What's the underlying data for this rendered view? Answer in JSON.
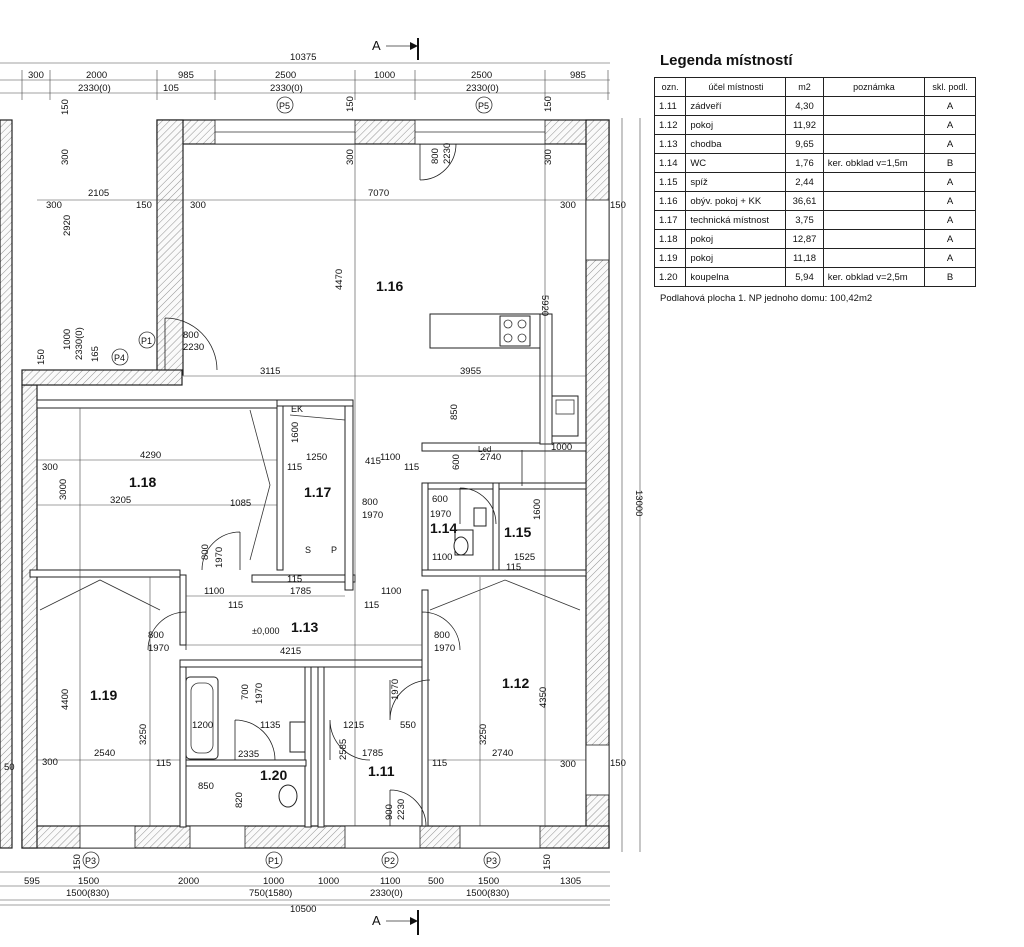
{
  "legend": {
    "title": "Legenda místností",
    "headers": [
      "ozn.",
      "účel místnosti",
      "m2",
      "poznámka",
      "skl. podl."
    ],
    "rows": [
      [
        "1.11",
        "zádveří",
        "4,30",
        "",
        "A"
      ],
      [
        "1.12",
        "pokoj",
        "11,92",
        "",
        "A"
      ],
      [
        "1.13",
        "chodba",
        "9,65",
        "",
        "A"
      ],
      [
        "1.14",
        "WC",
        "1,76",
        "ker. obklad v=1,5m",
        "B"
      ],
      [
        "1.15",
        "spíž",
        "2,44",
        "",
        "A"
      ],
      [
        "1.16",
        "obýv. pokoj + KK",
        "36,61",
        "",
        "A"
      ],
      [
        "1.17",
        "technická místnost",
        "3,75",
        "",
        "A"
      ],
      [
        "1.18",
        "pokoj",
        "12,87",
        "",
        "A"
      ],
      [
        "1.19",
        "pokoj",
        "11,18",
        "",
        "A"
      ],
      [
        "1.20",
        "koupelna",
        "5,94",
        "ker. obklad v=2,5m",
        "B"
      ]
    ],
    "note": "Podlahová plocha 1. NP jednoho domu: 100,42m2"
  },
  "plan": {
    "section_top": "A",
    "section_bottom": "A",
    "rooms": {
      "r111": "1.11",
      "r112": "1.12",
      "r113": "1.13",
      "r114": "1.14",
      "r115": "1.15",
      "r116": "1.16",
      "r117": "1.17",
      "r118": "1.18",
      "r119": "1.19",
      "r120": "1.20"
    },
    "top_dims": {
      "total": "10375",
      "d1": "300",
      "d2": "2000",
      "d3": "985",
      "d4": "2500",
      "d5": "1000",
      "d6": "2500",
      "d7": "985",
      "w1": "2330(0)",
      "w2": "2330(0)",
      "w3": "2330(0)",
      "d105": "105"
    },
    "bottom_dims": {
      "total": "10500",
      "b1": "595",
      "b2": "1500",
      "b3": "2000",
      "b4": "1000",
      "b5": "1000",
      "b6": "1100",
      "b7": "500",
      "b8": "1500",
      "b9": "1305",
      "w1": "1500(830)",
      "w2": "750(1580)",
      "w3": "2330(0)",
      "w4": "1500(830)"
    },
    "side_dims": {
      "right_total": "13000"
    },
    "window_tags": {
      "p5a": "P5",
      "p5b": "P5",
      "p1top": "P1",
      "p4": "P4",
      "p3a": "P3",
      "p1b": "P1",
      "p2": "P2",
      "p3b": "P3"
    },
    "labels": {
      "ek": "EK",
      "led": "Led",
      "level": "±0,000",
      "s": "S",
      "p": "P",
      "d7070": "7070",
      "d2105": "2105",
      "d2920": "2920",
      "d4470": "4470",
      "d5920": "5920",
      "d3115": "3115",
      "d3955": "3955",
      "d4290": "4290",
      "d3205": "3205",
      "d3000": "3000",
      "d1085": "1085",
      "d1250": "1250",
      "d1600": "1600",
      "d1100a": "1100",
      "d2740a": "2740",
      "d850": "850",
      "d600": "600",
      "d1970a": "1970",
      "d4215": "4215",
      "d1785a": "1785",
      "d1100b": "1100",
      "d1100c": "1100",
      "d4400": "4400",
      "d3250a": "3250",
      "d2540": "2540",
      "d1200": "1200",
      "d1135": "1135",
      "d2335": "2335",
      "d850b": "850",
      "d820": "820",
      "d1215": "1215",
      "d550": "550",
      "d2585": "2585",
      "d1785b": "1785",
      "d2230": "2230",
      "d900": "900",
      "d4350": "4350",
      "d3250b": "3250",
      "d2740b": "2740",
      "d1525": "1525",
      "d1600b": "1600",
      "d1100d": "1100",
      "d1000": "1000",
      "d800a": "800",
      "d800b": "800",
      "d800c": "800",
      "d800d": "800",
      "d800e": "800",
      "d1970b": "1970",
      "d1970c": "1970",
      "d1970d": "1970",
      "d1970e": "1970",
      "d2230top": "2230",
      "d700": "700",
      "d1970f": "1970",
      "d800f": "800",
      "d2230b": "2230",
      "d150": "150",
      "d300": "300",
      "d115": "115",
      "d415": "415",
      "d1000b": "1000",
      "d165": "165",
      "d2330": "2330(0)",
      "d50": "50"
    }
  }
}
